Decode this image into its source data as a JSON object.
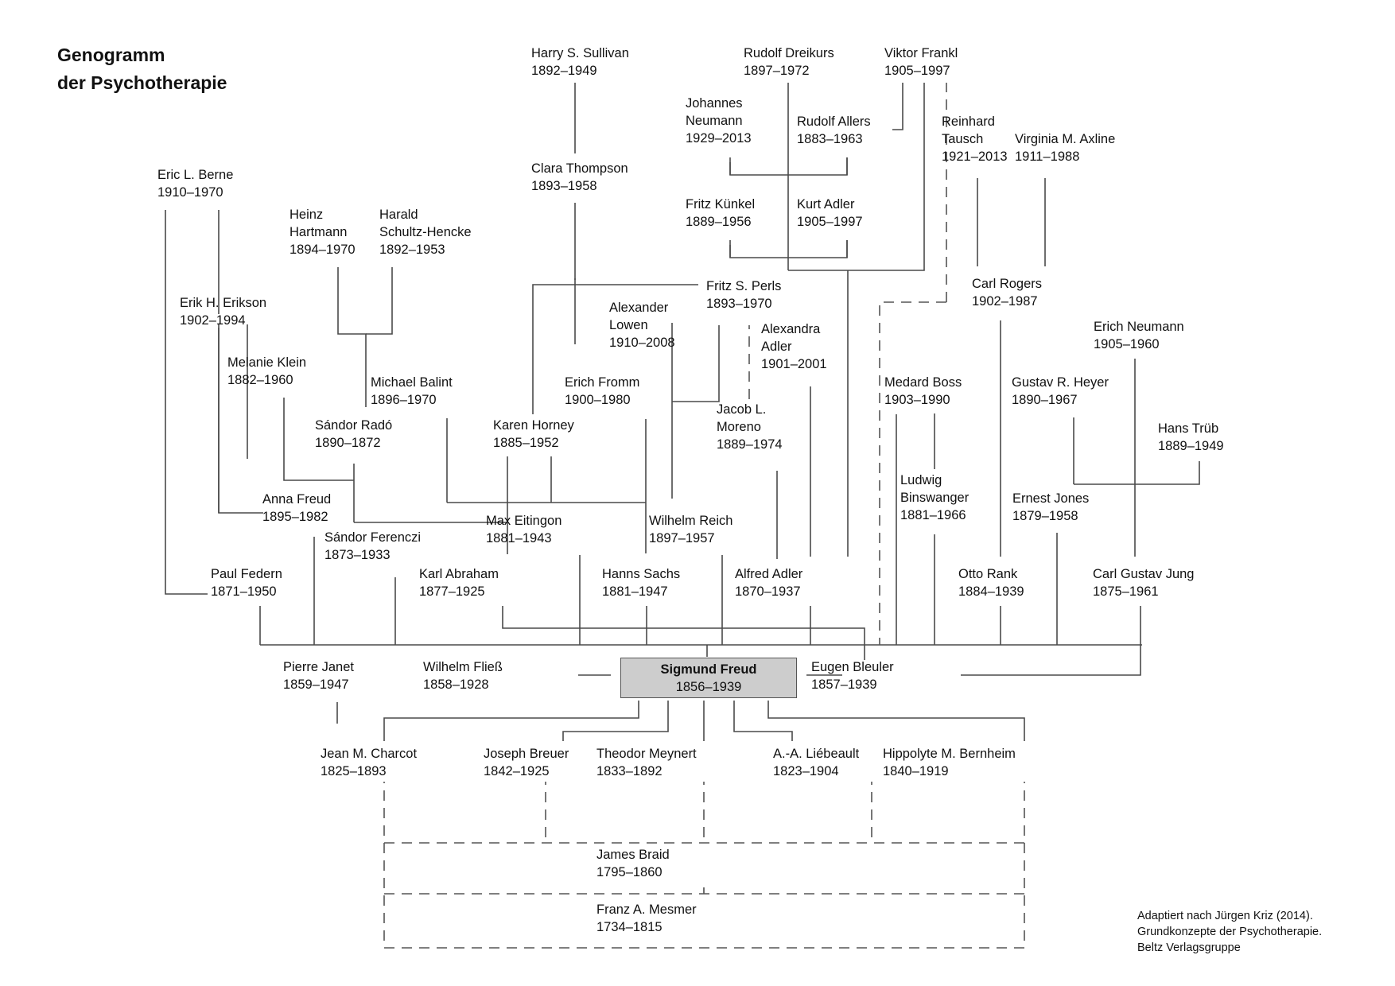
{
  "title": {
    "line1": "Genogramm",
    "line2": "der Psychotherapie"
  },
  "center": {
    "name": "Sigmund Freud",
    "years": "1856–1939"
  },
  "nodes": {
    "sullivan": {
      "name": "Harry S. Sullivan",
      "years": "1892–1949"
    },
    "dreikurs": {
      "name": "Rudolf Dreikurs",
      "years": "1897–1972"
    },
    "frankl": {
      "name": "Viktor Frankl",
      "years": "1905–1997"
    },
    "jneumann": {
      "name1": "Johannes",
      "name2": "Neumann",
      "years": "1929–2013"
    },
    "allers": {
      "name": "Rudolf Allers",
      "years": "1883–1963"
    },
    "tausch": {
      "name1": "Reinhard",
      "name2": "Tausch",
      "years": "1921–2013"
    },
    "axline": {
      "name": "Virginia M. Axline",
      "years": "1911–1988"
    },
    "berne": {
      "name": "Eric L. Berne",
      "years": "1910–1970"
    },
    "thompson": {
      "name": "Clara Thompson",
      "years": "1893–1958"
    },
    "kuenkel": {
      "name": "Fritz Künkel",
      "years": "1889–1956"
    },
    "kadler": {
      "name": "Kurt Adler",
      "years": "1905–1997"
    },
    "hartmann": {
      "name1": "Heinz",
      "name2": "Hartmann",
      "years": "1894–1970"
    },
    "schultz": {
      "name1": "Harald",
      "name2": "Schultz-Hencke",
      "years": "1892–1953"
    },
    "perls": {
      "name": "Fritz S. Perls",
      "years": "1893–1970"
    },
    "rogers": {
      "name": "Carl Rogers",
      "years": "1902–1987"
    },
    "erikson": {
      "name": "Erik H. Erikson",
      "years": "1902–1994"
    },
    "lowen": {
      "name1": "Alexander",
      "name2": "Lowen",
      "years": "1910–2008"
    },
    "aadler": {
      "name1": "Alexandra",
      "name2": "Adler",
      "years": "1901–2001"
    },
    "eneumann": {
      "name": "Erich Neumann",
      "years": "1905–1960"
    },
    "klein": {
      "name": "Melanie Klein",
      "years": "1882–1960"
    },
    "balint": {
      "name": "Michael Balint",
      "years": "1896–1970"
    },
    "fromm": {
      "name": "Erich Fromm",
      "years": "1900–1980"
    },
    "boss": {
      "name": "Medard Boss",
      "years": "1903–1990"
    },
    "heyer": {
      "name": "Gustav R. Heyer",
      "years": "1890–1967"
    },
    "moreno": {
      "name1": "Jacob L.",
      "name2": "Moreno",
      "years": "1889–1974"
    },
    "rado": {
      "name": "Sándor Radó",
      "years": "1890–1872"
    },
    "horney": {
      "name": "Karen Horney",
      "years": "1885–1952"
    },
    "trueb": {
      "name": "Hans Trüb",
      "years": "1889–1949"
    },
    "binswanger": {
      "name1": "Ludwig",
      "name2": "Binswanger",
      "years": "1881–1966"
    },
    "ajones": {
      "name": "Ernest Jones",
      "years": "1879–1958"
    },
    "afreud": {
      "name": "Anna Freud",
      "years": "1895–1982"
    },
    "eitingon": {
      "name": "Max Eitingon",
      "years": "1881–1943"
    },
    "reich": {
      "name": "Wilhelm Reich",
      "years": "1897–1957"
    },
    "ferenczi": {
      "name": "Sándor Ferenczi",
      "years": "1873–1933"
    },
    "federn": {
      "name": "Paul Federn",
      "years": "1871–1950"
    },
    "abraham": {
      "name": "Karl Abraham",
      "years": "1877–1925"
    },
    "sachs": {
      "name": "Hanns Sachs",
      "years": "1881–1947"
    },
    "afadler": {
      "name": "Alfred Adler",
      "years": "1870–1937"
    },
    "rank": {
      "name": "Otto Rank",
      "years": "1884–1939"
    },
    "jung": {
      "name": "Carl Gustav Jung",
      "years": "1875–1961"
    },
    "janet": {
      "name": "Pierre Janet",
      "years": "1859–1947"
    },
    "fliess": {
      "name": "Wilhelm Fließ",
      "years": "1858–1928"
    },
    "bleuler": {
      "name": "Eugen Bleuler",
      "years": "1857–1939"
    },
    "charcot": {
      "name": "Jean M. Charcot",
      "years": "1825–1893"
    },
    "breuer": {
      "name": "Joseph Breuer",
      "years": "1842–1925"
    },
    "meynert": {
      "name": "Theodor Meynert",
      "years": "1833–1892"
    },
    "liebeault": {
      "name": "A.-A. Liébeault",
      "years": "1823–1904"
    },
    "bernheim": {
      "name": "Hippolyte M. Bernheim",
      "years": "1840–1919"
    },
    "braid": {
      "name": "James Braid",
      "years": "1795–1860"
    },
    "mesmer": {
      "name": "Franz A. Mesmer",
      "years": "1734–1815"
    }
  },
  "credit": {
    "line1": "Adaptiert nach Jürgen Kriz (2014).",
    "line2": "Grundkonzepte der Psychotherapie.",
    "line3": "Beltz Verlagsgruppe"
  },
  "colors": {
    "line": "#4a4a4a",
    "arrow": "#000000",
    "center_fill": "#cdcdcd",
    "text": "#111111"
  }
}
